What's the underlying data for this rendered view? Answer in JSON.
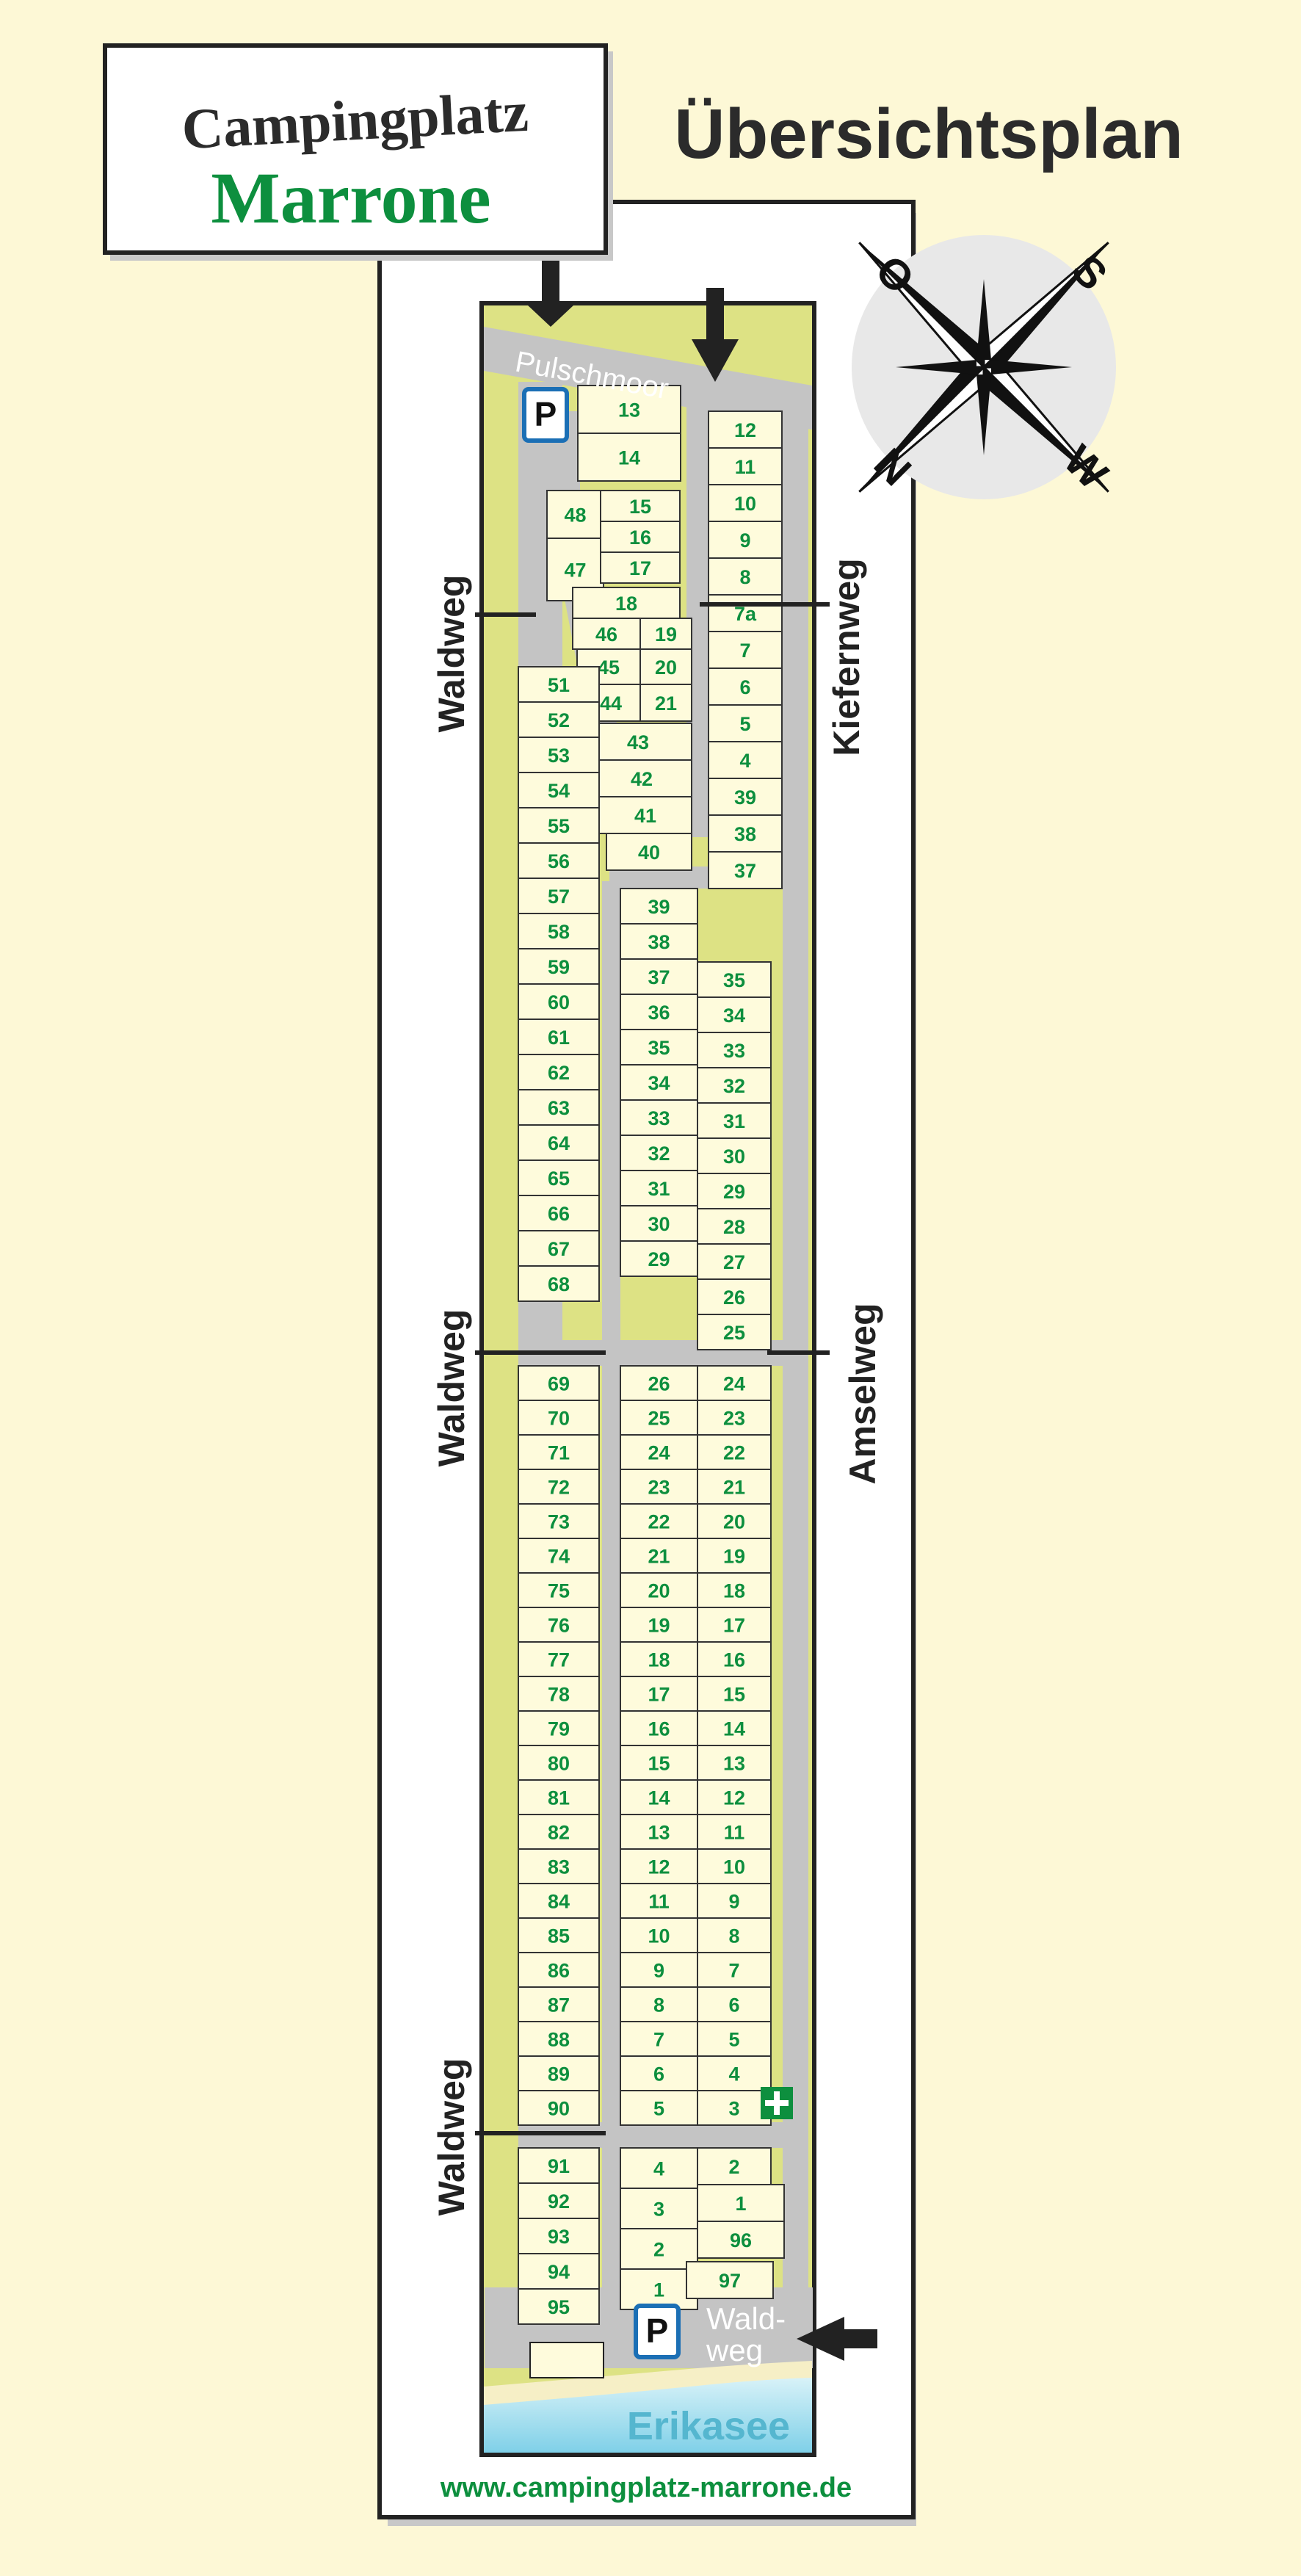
{
  "header": {
    "logo_line1": "Campingplatz",
    "logo_line2": "Marrone",
    "plan_title": "Übersichtsplan"
  },
  "compass": {
    "north": "N",
    "south": "S",
    "east": "O",
    "west": "W"
  },
  "streets": {
    "top": "Pulschmoor",
    "left": [
      "Waldweg",
      "Waldweg",
      "Waldweg"
    ],
    "right_upper": "Kiefernweg",
    "right_middle": "Amselweg",
    "bottom_line1": "Wald-",
    "bottom_line2": "weg"
  },
  "lake": "Erikasee",
  "footer_url": "www.campingplatz-marrone.de",
  "parking_label": "P",
  "first_aid": "+",
  "colors": {
    "brand_green": "#0d8f3e",
    "meadow": "#dde284",
    "path": "#c4c4c4",
    "plot": "#fefbdc",
    "water": "#7fd0e8",
    "lake_text": "#55b6cf"
  },
  "plots": {
    "top_pair": [
      "13",
      "14"
    ],
    "top_left": [
      "48",
      "47"
    ],
    "top_middle": [
      "15",
      "16",
      "17",
      "18",
      "19",
      "20",
      "21"
    ],
    "top_middle_left": [
      "46",
      "45",
      "44"
    ],
    "top_lower": [
      "43",
      "42",
      "41",
      "40"
    ],
    "kiefern_column": [
      "12",
      "11",
      "10",
      "9",
      "8",
      "7a",
      "7",
      "6",
      "5",
      "4",
      "39",
      "38",
      "37"
    ],
    "west_upper": [
      "51",
      "52",
      "53",
      "54",
      "55",
      "56",
      "57",
      "58",
      "59",
      "60",
      "61",
      "62",
      "63",
      "64",
      "65",
      "66",
      "67",
      "68"
    ],
    "center_upper_left": [
      "39",
      "38",
      "37",
      "36",
      "35",
      "34",
      "33",
      "32",
      "31",
      "30",
      "29"
    ],
    "center_upper_right": [
      "35",
      "34",
      "33",
      "32",
      "31",
      "30",
      "29",
      "28",
      "27",
      "26",
      "25"
    ],
    "west_middle": [
      "69",
      "70",
      "71",
      "72",
      "73",
      "74",
      "75",
      "76",
      "77",
      "78",
      "79",
      "80",
      "81",
      "82",
      "83",
      "84",
      "85",
      "86",
      "87",
      "88",
      "89",
      "90"
    ],
    "center_middle_left": [
      "26",
      "25",
      "24",
      "23",
      "22",
      "21",
      "20",
      "19",
      "18",
      "17",
      "16",
      "15",
      "14",
      "13",
      "12",
      "11",
      "10",
      "9",
      "8",
      "7",
      "6",
      "5"
    ],
    "center_middle_right": [
      "24",
      "23",
      "22",
      "21",
      "20",
      "19",
      "18",
      "17",
      "16",
      "15",
      "14",
      "13",
      "12",
      "11",
      "10",
      "9",
      "8",
      "7",
      "6",
      "5",
      "4",
      "3"
    ],
    "west_lower": [
      "91",
      "92",
      "93",
      "94",
      "95"
    ],
    "south_left": [
      "4",
      "3",
      "2",
      "1"
    ],
    "south_right": [
      "2",
      "1",
      "96",
      "97"
    ]
  }
}
